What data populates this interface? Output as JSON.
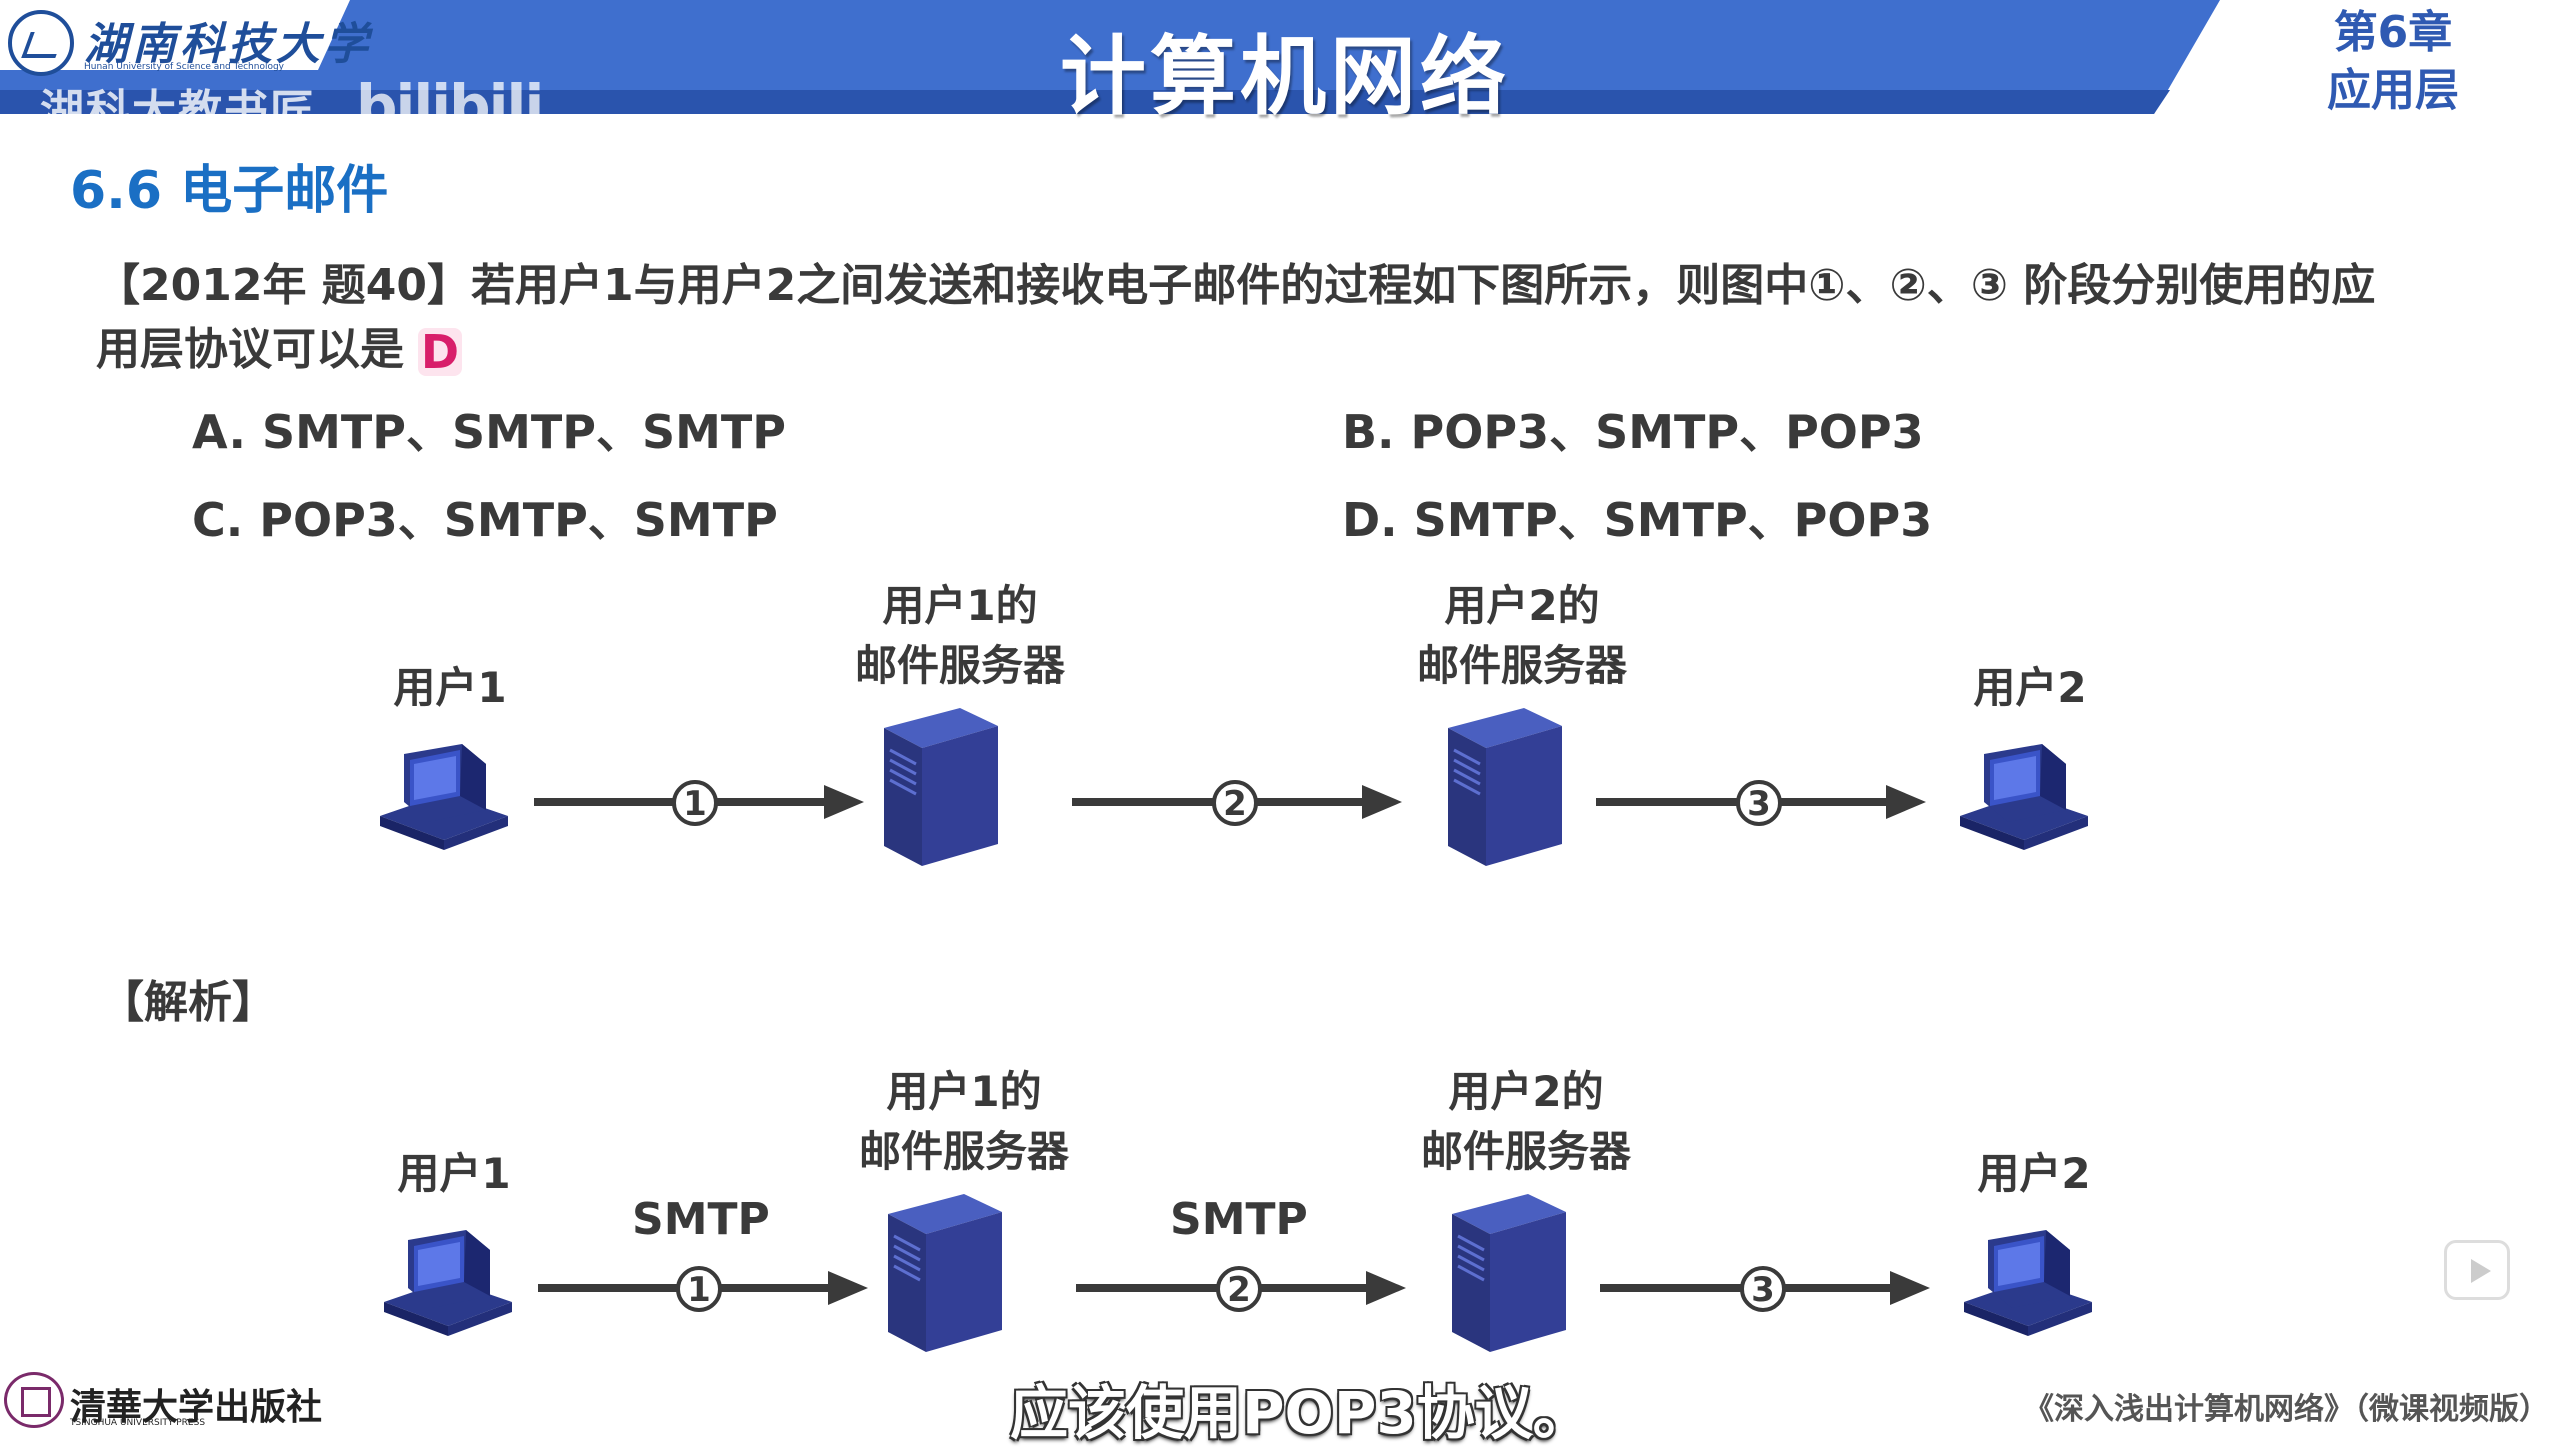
{
  "header": {
    "university_cn": "湖南科技大学",
    "university_en": "Hunan University of Science and Technology",
    "watermark_text": "湖科大教书匠",
    "watermark_brand": "bilibili",
    "course_title": "计算机网络",
    "chapter_line1": "第6章",
    "chapter_line2": "应用层"
  },
  "section_title": "6.6 电子邮件",
  "question": {
    "text": "【2012年 题40】若用户1与用户2之间发送和接收电子邮件的过程如下图所示，则图中①、②、③ 阶段分别使用的应用层协议可以是",
    "answer": "D",
    "options": [
      {
        "id": "A",
        "text": "A. SMTP、SMTP、SMTP"
      },
      {
        "id": "B",
        "text": "B. POP3、SMTP、POP3"
      },
      {
        "id": "C",
        "text": "C. POP3、SMTP、SMTP"
      },
      {
        "id": "D",
        "text": "D. SMTP、SMTP、POP3"
      }
    ]
  },
  "diagram_top": {
    "user1": "用户1",
    "server1_line1": "用户1的",
    "server1_line2": "邮件服务器",
    "server2_line1": "用户2的",
    "server2_line2": "邮件服务器",
    "user2": "用户2",
    "steps": [
      "①",
      "②",
      "③"
    ]
  },
  "analysis_label": "【解析】",
  "diagram_bottom": {
    "user1": "用户1",
    "server1_line1": "用户1的",
    "server1_line2": "邮件服务器",
    "server2_line1": "用户2的",
    "server2_line2": "邮件服务器",
    "user2": "用户2",
    "steps": [
      "①",
      "②",
      "③"
    ],
    "protocols": [
      "SMTP",
      "SMTP"
    ]
  },
  "footer": {
    "publisher_cn": "清華大学出版社",
    "publisher_en": "TSINGHUA UNIVERSITY PRESS",
    "subtitle": "应该使用POP3协议。",
    "book_title": "《深入浅出计算机网络》（微课视频版）"
  },
  "colors": {
    "banner_blue": "#3f6fce",
    "banner_dark": "#2a54ad",
    "section_blue": "#1a6fc4",
    "answer_pink": "#d81e6a",
    "device_navy": "#2b3580"
  }
}
